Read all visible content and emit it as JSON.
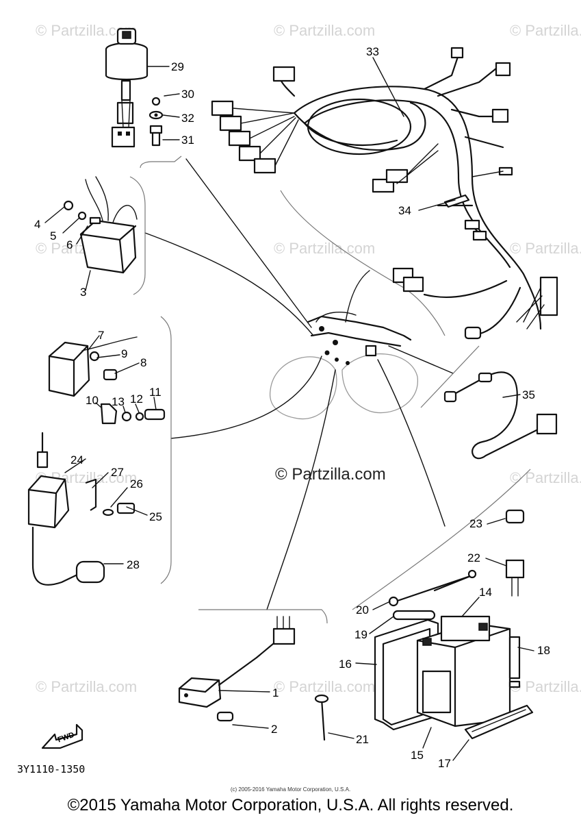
{
  "watermarks": {
    "text": "© Partzilla.com",
    "main_text": "© Partzilla.com"
  },
  "diagram_code": "3Y1110-1350",
  "forward_arrow_label": "FWD",
  "callouts": {
    "c1": "1",
    "c2": "2",
    "c3": "3",
    "c4": "4",
    "c5": "5",
    "c6": "6",
    "c7": "7",
    "c8": "8",
    "c9": "9",
    "c10": "10",
    "c11": "11",
    "c12": "12",
    "c13": "13",
    "c14": "14",
    "c15": "15",
    "c16": "16",
    "c17": "17",
    "c18": "18",
    "c19": "19",
    "c20": "20",
    "c21": "21",
    "c22": "22",
    "c23": "23",
    "c24": "24",
    "c25": "25",
    "c26": "26",
    "c27": "27",
    "c28": "28",
    "c29": "29",
    "c30": "30",
    "c31": "31",
    "c32": "32",
    "c33": "33",
    "c34": "34",
    "c35": "35"
  },
  "footer": {
    "small": "(c) 2005-2016 Yamaha Motor Corporation, U.S.A.",
    "main": "©2015 Yamaha Motor Corporation, U.S.A. All rights reserved."
  }
}
